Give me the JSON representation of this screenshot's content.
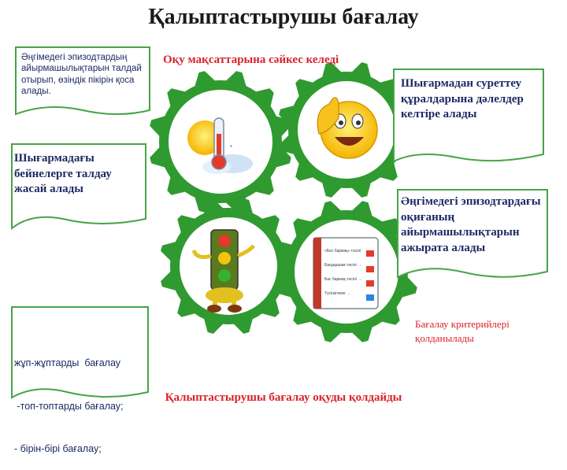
{
  "title": "Қалыптастырушы бағалау",
  "subtitle_top": "Оқу мақсаттарына сәйкес келеді",
  "subtitle_bottom": "Қалыптастырушы бағалау оқуды қолдайды",
  "criteria_note": "Бағалау критерийлері қолданылады",
  "cards": {
    "top_left": "Әңгімедегі эпизодтардың айырмашылықтарын талдай отырып, өзіндік пікірін қоса алады.",
    "mid_left": "Шығармадағы бейнелерге талдау жасай алады",
    "top_right": "Шығармадан суреттеу құралдарына дәлелдер келтіре алады",
    "mid_right": "Әңгімедегі эпизодтардағы оқиғаның айырмашылықтарын ажырата алады",
    "bottom_left_lines": [
      "жұп-жұптарды  бағалау",
      " -топ-топтарды бағалау;",
      "- бірін-бірі бағалау;"
    ]
  },
  "screen_mock": {
    "lines": [
      "«Бес бармақ» тәсілі",
      "Бағдаршам тәсілі →",
      "Бас бармақ тәсілі →",
      "Түсініктеме →"
    ]
  },
  "colors": {
    "gear_green": "#2f9a2f",
    "gear_inner": "#ffffff",
    "card_border": "#47a447",
    "text_blue": "#1d2a63",
    "text_red": "#d8232a"
  },
  "icons": [
    "thermometer-icon",
    "thumbs-up-smiley-icon",
    "traffic-light-icon",
    "laptop-screen-icon"
  ]
}
